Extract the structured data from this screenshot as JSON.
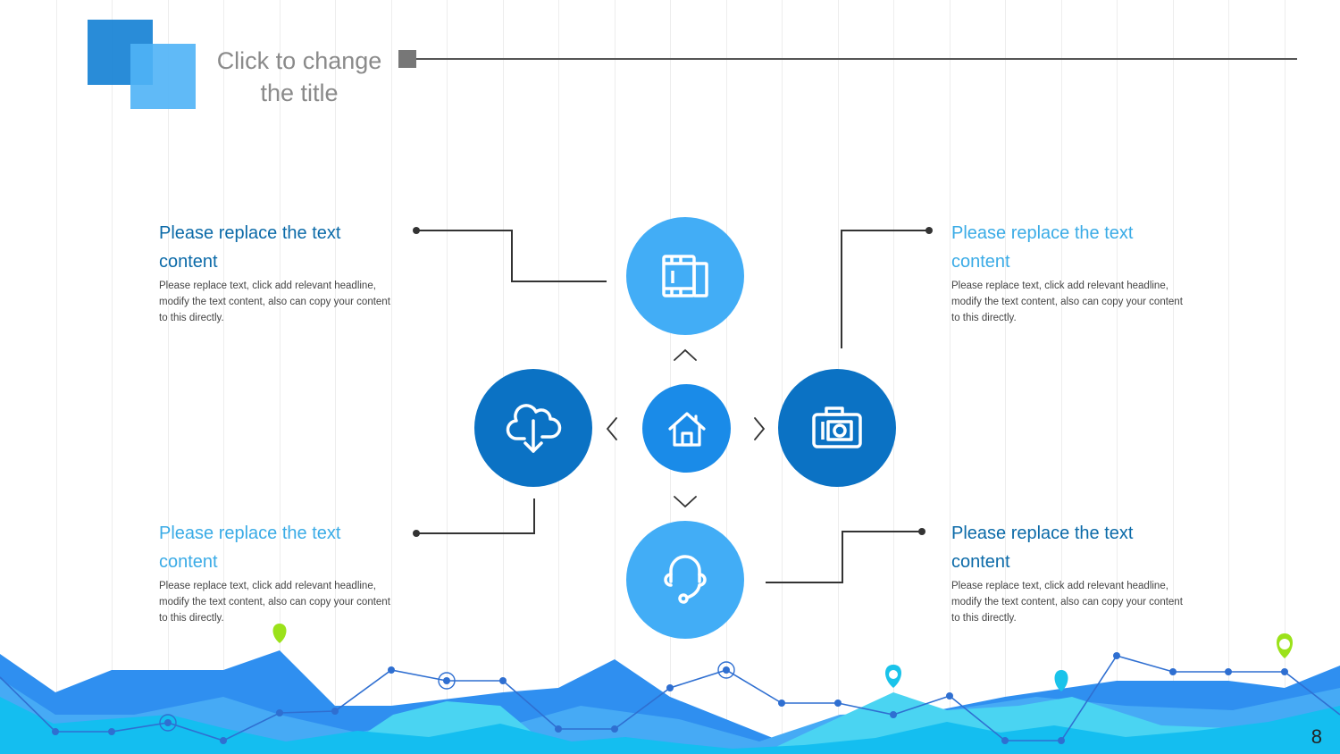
{
  "slide": {
    "title": "Click to change the title",
    "page_number": "8"
  },
  "blocks": [
    {
      "heading": "Please replace the text content",
      "body": "Please replace text, click add relevant headline, modify the text content, also can copy your content to this directly."
    },
    {
      "heading": "Please replace the text content",
      "body": "Please replace text, click add relevant headline, modify the text content, also can copy your content to this directly."
    },
    {
      "heading": "Please replace the text content",
      "body": "Please replace text, click add relevant headline, modify the text content, also can copy your content to this directly."
    },
    {
      "heading": "Please replace the text content",
      "body": "Please replace text, click add relevant headline, modify the text content, also can copy your content to this directly."
    }
  ],
  "icons": {
    "top": "film-icon",
    "left": "cloud-download-icon",
    "center": "home-icon",
    "right": "camera-icon",
    "bottom": "headset-icon"
  },
  "colors": {
    "dark_blue": "#0b72c4",
    "light_blue": "#42adf6",
    "center_blue": "#1a8be8",
    "lime": "#9be21a",
    "cyan": "#19c3ea"
  }
}
